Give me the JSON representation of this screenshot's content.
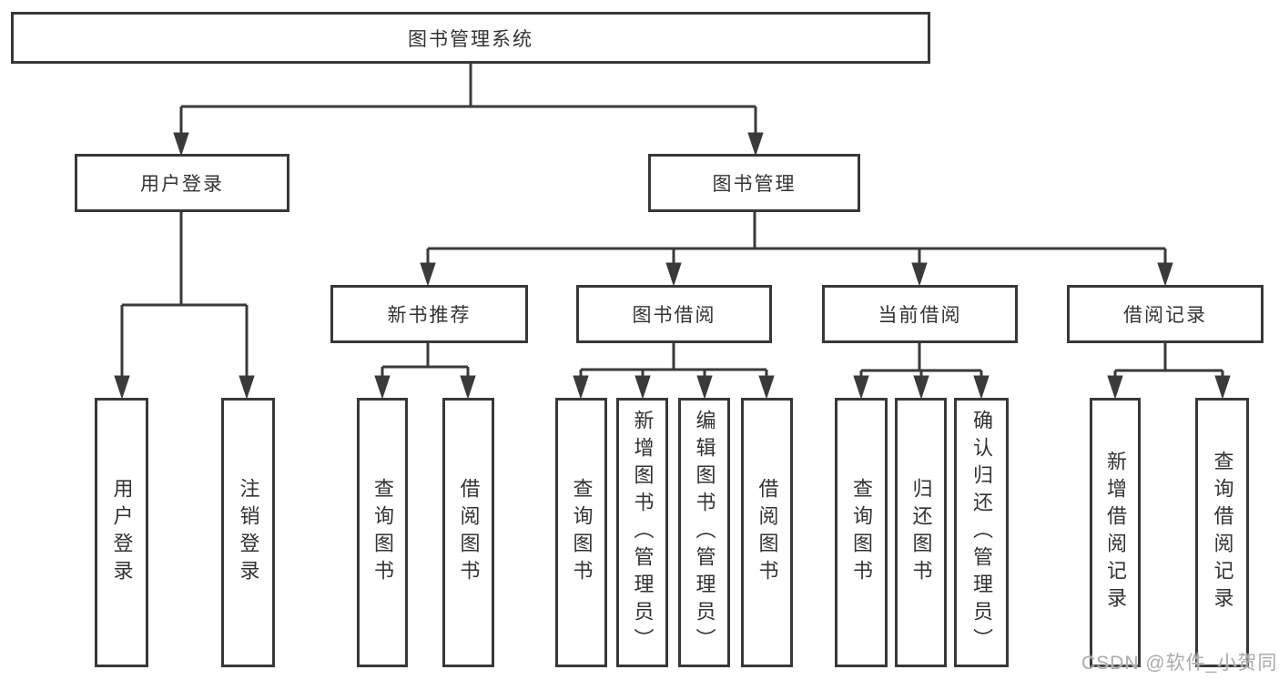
{
  "diagram": {
    "root": {
      "label": "图书管理系统"
    },
    "level2": {
      "user_login": {
        "label": "用户登录"
      },
      "book_mgmt": {
        "label": "图书管理"
      }
    },
    "level3": {
      "new_books": {
        "label": "新书推荐"
      },
      "book_borrow": {
        "label": "图书借阅"
      },
      "current_borrow": {
        "label": "当前借阅"
      },
      "borrow_records": {
        "label": "借阅记录"
      }
    },
    "leaves": {
      "login": {
        "label": "用户登录"
      },
      "logout": {
        "label": "注销登录"
      },
      "nb_query": {
        "label": "查询图书"
      },
      "nb_borrow": {
        "label": "借阅图书"
      },
      "bw_query": {
        "label": "查询图书"
      },
      "bw_add": {
        "label": "新增图书（管理员）"
      },
      "bw_edit": {
        "label": "编辑图书（管理员）"
      },
      "bw_borrow": {
        "label": "借阅图书"
      },
      "cu_query": {
        "label": "查询图书"
      },
      "cu_return": {
        "label": "归还图书"
      },
      "cu_confirm": {
        "label": "确认归还（管理员）"
      },
      "rc_add": {
        "label": "新增借阅记录"
      },
      "rc_query": {
        "label": "查询借阅记录"
      }
    },
    "watermark": "CSDN @软件_小贺同学",
    "colors": {
      "line": "#3a3a3a",
      "box_border": "#383838",
      "text": "#333333",
      "watermark": "#ababab",
      "background": "#ffffff"
    }
  }
}
